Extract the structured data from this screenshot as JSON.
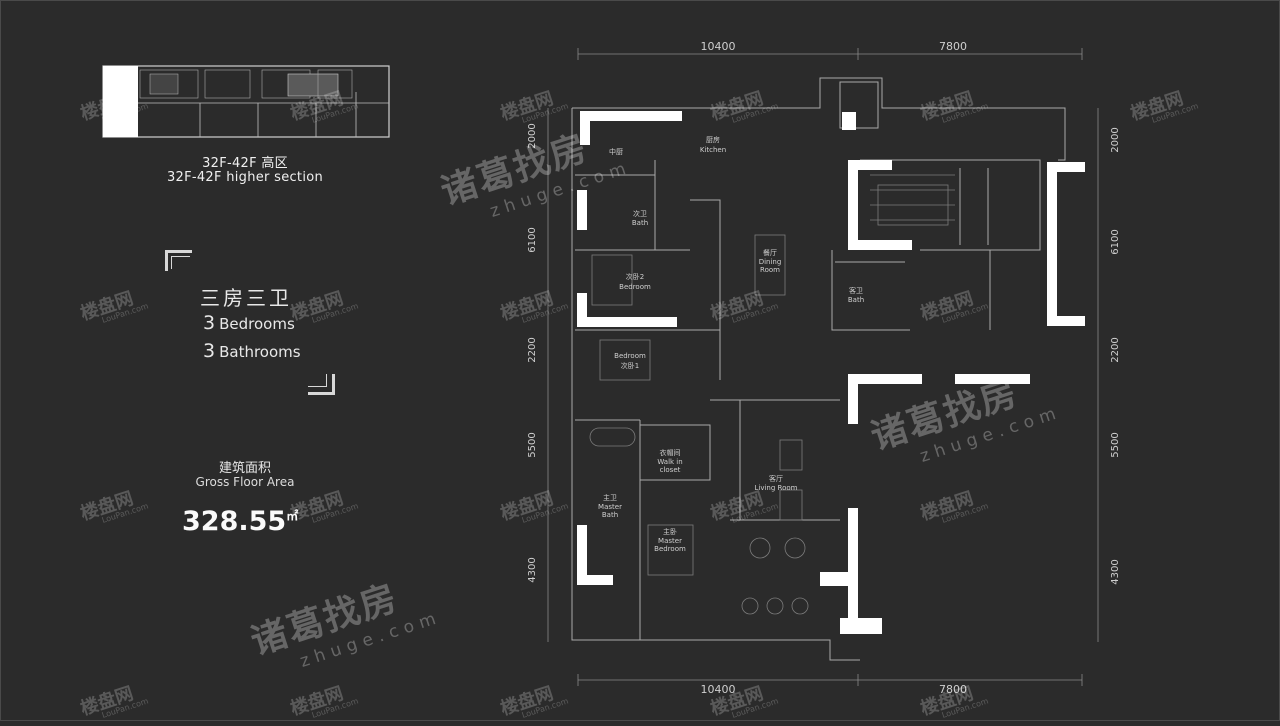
{
  "section": {
    "title_cn": "32F-42F 高区",
    "title_en": "32F-42F higher section"
  },
  "unit_type": {
    "cn": "三房三卫",
    "bedrooms_num": "3",
    "bedrooms_label": "Bedrooms",
    "bathrooms_num": "3",
    "bathrooms_label": "Bathrooms"
  },
  "area": {
    "label_cn": "建筑面积",
    "label_en": "Gross Floor Area",
    "value": "328.55",
    "unit": "㎡"
  },
  "dimensions": {
    "top": [
      "10400",
      "7800"
    ],
    "bottom": [
      "10400",
      "7800"
    ],
    "left": [
      "2000",
      "6100",
      "2200",
      "5500",
      "4300"
    ],
    "right": [
      "2000",
      "6100",
      "2200",
      "5500",
      "4300"
    ]
  },
  "rooms": {
    "zhongchu_cn": "中厨",
    "kitchen_cn": "厨房",
    "kitchen_en": "Kitchen",
    "bath2_cn": "次卫",
    "bath2_en": "Bath",
    "bed2_cn": "次卧2",
    "bed2_en": "Bedroom",
    "dining_cn": "餐厅",
    "dining_en1": "Dining",
    "dining_en2": "Room",
    "guestbath_cn": "客卫",
    "guestbath_en": "Bath",
    "bed1_en": "Bedroom",
    "bed1_cn": "次卧1",
    "closet_cn": "衣帽间",
    "closet_en1": "Walk in",
    "closet_en2": "closet",
    "living_cn": "客厅",
    "living_en": "Living Room",
    "mbath_cn": "主卫",
    "mbath_en1": "Master",
    "mbath_en2": "Bath",
    "mbed_cn": "主卧",
    "mbed_en1": "Master",
    "mbed_en2": "Bedroom"
  },
  "watermarks": {
    "small_cn": "楼盘网",
    "small_en": "LouPan.com",
    "big_cn": "诸葛找房",
    "big_en": "zhuge.com"
  }
}
